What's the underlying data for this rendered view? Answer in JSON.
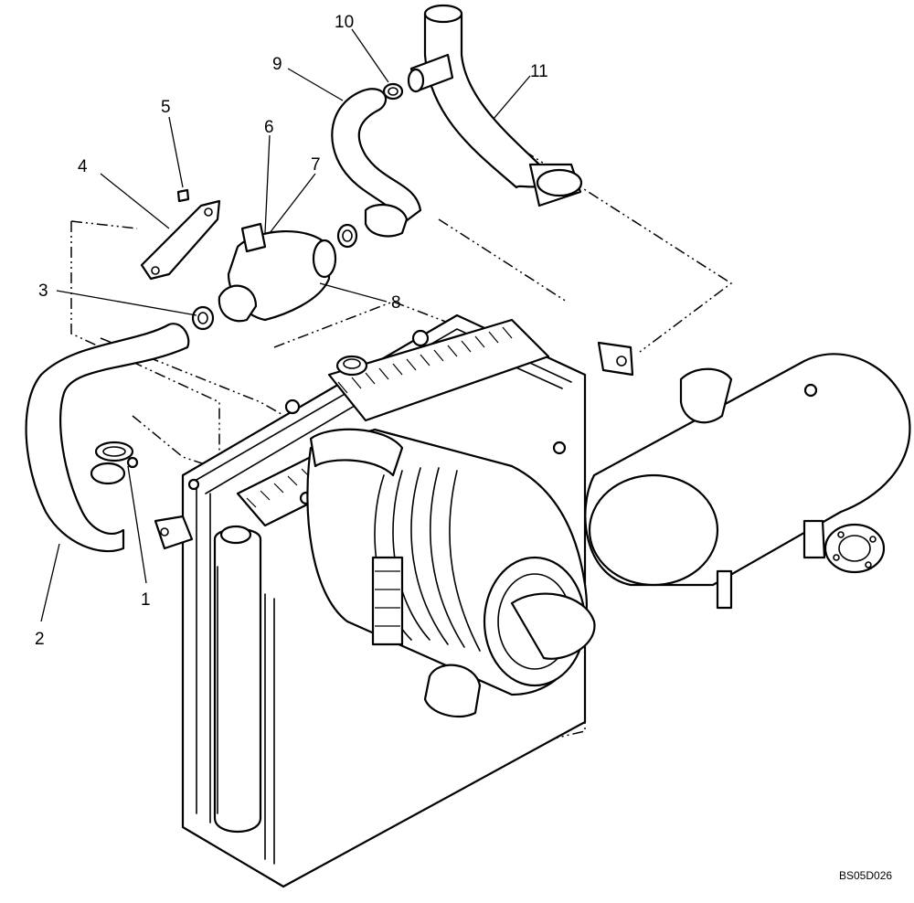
{
  "callouts": [
    {
      "id": "1",
      "label": "1"
    },
    {
      "id": "2",
      "label": "2"
    },
    {
      "id": "3",
      "label": "3"
    },
    {
      "id": "4",
      "label": "4"
    },
    {
      "id": "5",
      "label": "5"
    },
    {
      "id": "6",
      "label": "6"
    },
    {
      "id": "7",
      "label": "7"
    },
    {
      "id": "8",
      "label": "8"
    },
    {
      "id": "9",
      "label": "9"
    },
    {
      "id": "10",
      "label": "10"
    },
    {
      "id": "11",
      "label": "11"
    }
  ],
  "figure_code": "BS05D026",
  "colors": {
    "line": "#000000",
    "background": "#ffffff"
  }
}
